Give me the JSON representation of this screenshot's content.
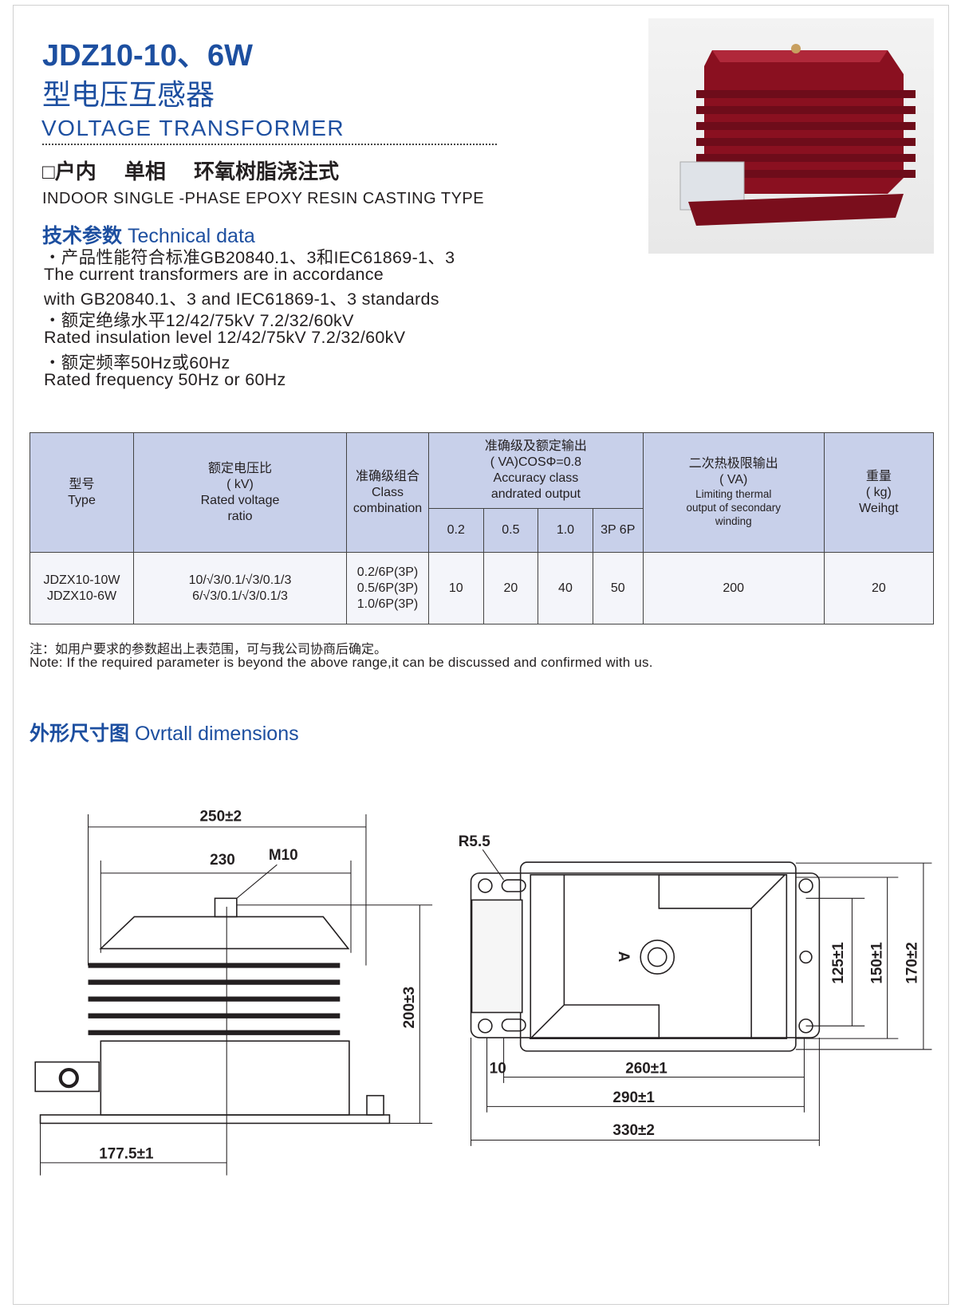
{
  "header": {
    "model": "JDZ10-10、6W",
    "title_cn": "型电压互感器",
    "title_en": "VOLTAGE  TRANSFORMER",
    "type_cn": "□户内 单相 环氧树脂浇注式",
    "type_en": "INDOOR SINGLE -PHASE EPOXY RESIN CASTING TYPE"
  },
  "tech": {
    "heading_cn": "技术参数",
    "heading_en": "Technical data",
    "lines": [
      "・产品性能符合标准GB20840.1、3和IEC61869-1、3",
      "The current transformers are in accordance",
      "with GB20840.1、3 and IEC61869-1、3 standards",
      "・额定绝缘水平12/42/75kV 7.2/32/60kV",
      "Rated insulation level 12/42/75kV 7.2/32/60kV",
      "・额定频率50Hz或60Hz",
      "Rated frequency 50Hz or 60Hz"
    ]
  },
  "table": {
    "headers": {
      "type_cn": "型号",
      "type_en": "Type",
      "ratio_cn": "额定电压比",
      "ratio_unit": "( kV)",
      "ratio_en1": "Rated voltage",
      "ratio_en2": "ratio",
      "class_cn": "准确级组合",
      "class_en1": "Class",
      "class_en2": "combination",
      "acc_cn": "准确级及额定输出",
      "acc_unit": "( VA)COSΦ=0.8",
      "acc_en1": "Accuracy class",
      "acc_en2": "andrated output",
      "acc_sub": [
        "0.2",
        "0.5",
        "1.0",
        "3P 6P"
      ],
      "thermal_cn": "二次热极限输出",
      "thermal_unit": "( VA)",
      "thermal_en1": "Limiting thermal",
      "thermal_en2": "output of secondary",
      "thermal_en3": "winding",
      "weight_cn": "重量",
      "weight_unit": "( kg)",
      "weight_en": "Weihgt"
    },
    "row": {
      "types": [
        "JDZX10-10W",
        "JDZX10-6W"
      ],
      "ratios": [
        "10/√3/0.1/√3/0.1/3",
        "6/√3/0.1/√3/0.1/3"
      ],
      "classes": [
        "0.2/6P(3P)",
        "0.5/6P(3P)",
        "1.0/6P(3P)"
      ],
      "acc": [
        "10",
        "20",
        "40",
        "50"
      ],
      "thermal": "200",
      "weight": "20"
    }
  },
  "notes": {
    "cn": "注：如用户要求的参数超出上表范围，可与我公司协商后确定。",
    "en": "Note: If the required parameter is beyond the above range,it can be discussed and confirmed with us."
  },
  "dimensions": {
    "heading_cn": "外形尺寸图",
    "heading_en": "Ovrtall dimensions",
    "front": {
      "width_total": "250±2",
      "width_inner": "230",
      "bolt": "M10",
      "height": "200±3",
      "offset": "177.5±1"
    },
    "top": {
      "radius": "R5.5",
      "edge": "10",
      "d1": "260±1",
      "d2": "290±1",
      "d3": "330±2",
      "h1": "125±1",
      "h2": "150±1",
      "h3": "170±2",
      "terminal": "A"
    }
  }
}
